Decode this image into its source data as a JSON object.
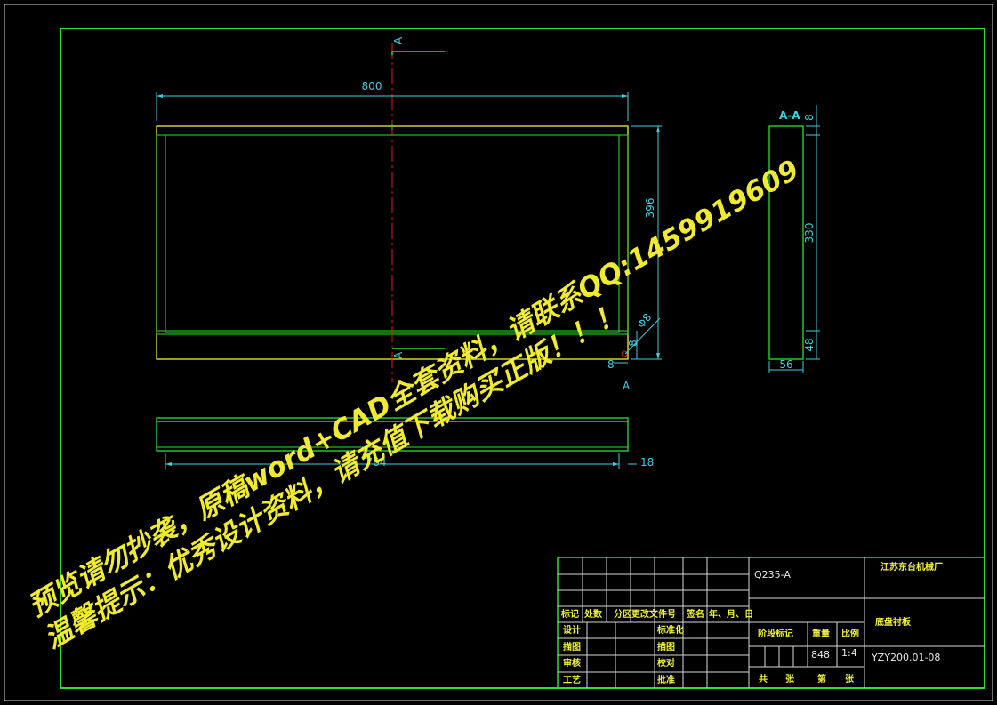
{
  "dimensions": {
    "width_800": "800",
    "height_396": "396",
    "slot_8": "8",
    "hole_d8": "Φ8",
    "offset_8": "8",
    "bottom_764": "764",
    "bottom_18": "18",
    "sec_8": "8",
    "sec_330": "330",
    "sec_48": "48",
    "sec_56": "56"
  },
  "section": {
    "marker": "A",
    "title": "A-A"
  },
  "title_block": {
    "material": "Q235-A",
    "company": "江苏东台机械厂",
    "part_name": "底盘衬板",
    "drawing_no": "YZY200.01-08",
    "mass": "848",
    "scale": "1:4",
    "labels": {
      "mark": "标记",
      "count": "处数",
      "zone": "分区",
      "doc_no": "更改文件号",
      "sign": "签名",
      "date": "年、月、日",
      "design": "设计",
      "standardize": "标准化",
      "draft": "描图",
      "trace": "描图",
      "review": "审核",
      "proof": "校对",
      "process": "工艺",
      "approve": "批准",
      "stage_mark": "阶段标记",
      "weight": "重量",
      "ratio": "比例",
      "total": "共",
      "sheets": "张",
      "page": "第",
      "sheet2": "张"
    }
  },
  "watermark": {
    "line1": "温馨提示：优秀设计资料，请充值下载购买正版！！！",
    "line2": "预览请勿抄袭，原稿word+CAD全套资料，请联系QQ:1459919609"
  },
  "colors": {
    "frame": "#2fe02f",
    "dimension": "#3fd0e0",
    "centerline": "#e02020",
    "watermark": "#f0ea30",
    "outline": "#f0f040"
  }
}
